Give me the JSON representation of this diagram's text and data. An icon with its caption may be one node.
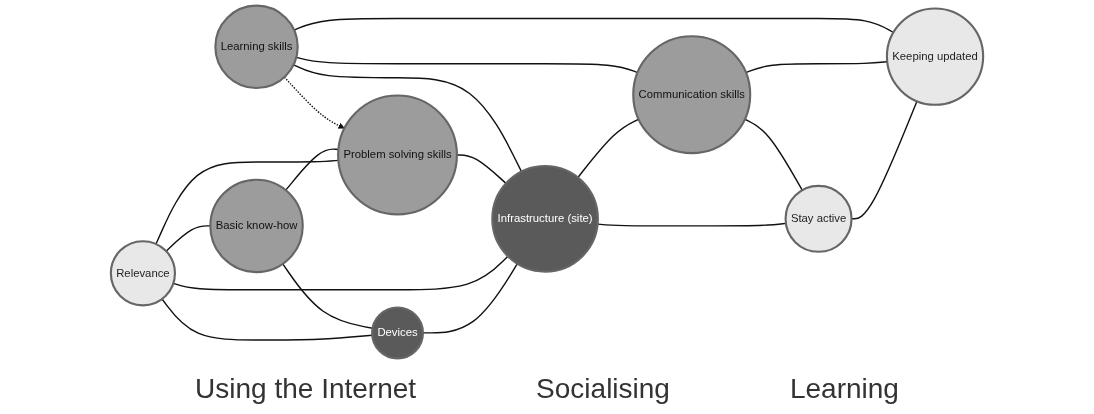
{
  "diagram": {
    "nodes": [
      {
        "text": [
          "Learning skills"
        ]
      },
      {
        "text": [
          "Problem solving skills"
        ]
      },
      {
        "text": [
          "Basic know-how"
        ]
      },
      {
        "text": [
          "Communication skills"
        ]
      },
      {
        "text": [
          "Keeping updated"
        ]
      },
      {
        "text": [
          "Infrastructure (site)"
        ]
      },
      {
        "text": [
          "Relevance"
        ]
      },
      {
        "text": [
          "Devices"
        ]
      },
      {
        "text": [
          "Stay active"
        ]
      }
    ],
    "edges": [
      {
        "from": 0,
        "to": 1,
        "arrow": "to",
        "style": "dashed"
      },
      {
        "from": 0,
        "to": 4,
        "arrow": "none"
      },
      {
        "from": 0,
        "to": 3,
        "arrow": "none"
      },
      {
        "from": 0,
        "to": 5,
        "arrow": "none"
      },
      {
        "from": 2,
        "to": 1,
        "arrow": "none"
      },
      {
        "from": 6,
        "to": 1,
        "arrow": "none"
      },
      {
        "from": 1,
        "to": 5,
        "arrow": "none"
      },
      {
        "from": 6,
        "to": 2,
        "arrow": "none"
      },
      {
        "from": 2,
        "to": 7,
        "arrow": "none"
      },
      {
        "from": 3,
        "to": 4,
        "arrow": "none"
      },
      {
        "from": 5,
        "to": 3,
        "arrow": "none"
      },
      {
        "from": 3,
        "to": 8,
        "arrow": "none"
      },
      {
        "from": 8,
        "to": 4,
        "arrow": "none"
      },
      {
        "from": 6,
        "to": 5,
        "arrow": "none"
      },
      {
        "from": 7,
        "to": 5,
        "arrow": "none"
      },
      {
        "from": 5,
        "to": 8,
        "arrow": "none"
      },
      {
        "from": 6,
        "to": 7,
        "arrow": "none"
      }
    ],
    "labels": [
      "Using the Internet",
      "Socialising",
      "Learning"
    ]
  }
}
